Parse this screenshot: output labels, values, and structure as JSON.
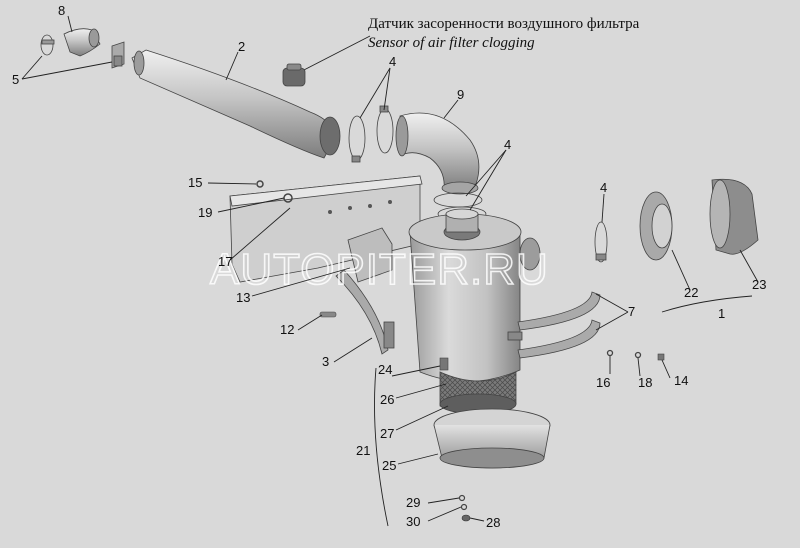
{
  "caption": {
    "ru": "Датчик засоренности воздушного фильтра",
    "en": "Sensor of air filter clogging"
  },
  "watermark": "AUTOPITER.RU",
  "callouts": {
    "c1": "1",
    "c2": "2",
    "c3": "3",
    "c4a": "4",
    "c4b": "4",
    "c4c": "4",
    "c5": "5",
    "c7": "7",
    "c8": "8",
    "c9": "9",
    "c12": "12",
    "c13": "13",
    "c14": "14",
    "c15": "15",
    "c16": "16",
    "c17": "17",
    "c18": "18",
    "c19": "19",
    "c21": "21",
    "c22": "22",
    "c23": "23",
    "c24": "24",
    "c25": "25",
    "c26": "26",
    "c27": "27",
    "c28": "28",
    "c29": "29",
    "c30": "30"
  },
  "colors": {
    "background": "#d9d9d9",
    "metal": "#b8b8b8",
    "metal_dark": "#8c8c8c",
    "metal_light": "#e6e6e6",
    "filter_mesh": "#6e6e6e"
  }
}
